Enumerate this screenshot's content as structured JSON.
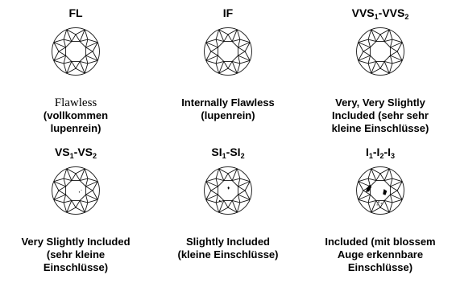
{
  "grades": [
    {
      "title_parts": [
        {
          "t": "FL"
        }
      ],
      "line1": "Flawless",
      "line1_serif": true,
      "line2": "(vollkommen",
      "line3": "lupenrein)",
      "inclusions": "none"
    },
    {
      "title_parts": [
        {
          "t": "IF"
        }
      ],
      "line1": "Internally Flawless",
      "line2": "(lupenrein)",
      "line3": "",
      "inclusions": "none"
    },
    {
      "title_parts": [
        {
          "t": "VVS"
        },
        {
          "sub": "1"
        },
        {
          "t": "-VVS"
        },
        {
          "sub": "2"
        }
      ],
      "line1": "Very, Very Slightly",
      "line2": "Included (sehr sehr",
      "line3": "kleine Einschlüsse)",
      "inclusions": "tiny"
    },
    {
      "title_parts": [
        {
          "t": "VS"
        },
        {
          "sub": "1"
        },
        {
          "t": "-VS"
        },
        {
          "sub": "2"
        }
      ],
      "line1": "Very Slightly Included",
      "line2": "(sehr kleine",
      "line3": "Einschlüsse)",
      "inclusions": "small"
    },
    {
      "title_parts": [
        {
          "t": "SI"
        },
        {
          "sub": "1"
        },
        {
          "t": "-SI"
        },
        {
          "sub": "2"
        }
      ],
      "line1": "Slightly Included",
      "line2": "(kleine Einschlüsse)",
      "line3": "",
      "inclusions": "medium"
    },
    {
      "title_parts": [
        {
          "t": "I"
        },
        {
          "sub": "1"
        },
        {
          "t": "-I"
        },
        {
          "sub": "2"
        },
        {
          "t": "-I"
        },
        {
          "sub": "3"
        }
      ],
      "line1": "Included (mit blossem",
      "line2": "Auge erkennbare",
      "line3": "Einschlüsse)",
      "inclusions": "large"
    }
  ]
}
